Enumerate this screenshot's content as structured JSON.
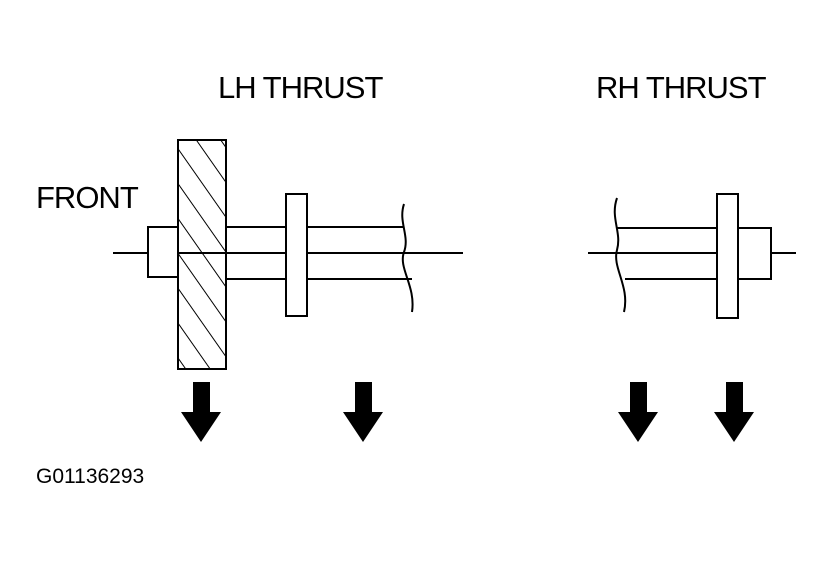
{
  "labels": {
    "lh_thrust": "LH THRUST",
    "rh_thrust": "RH THRUST",
    "front": "FRONT",
    "figure_id": "G01136293"
  },
  "colors": {
    "ink": "#000000",
    "background": "#ffffff"
  }
}
